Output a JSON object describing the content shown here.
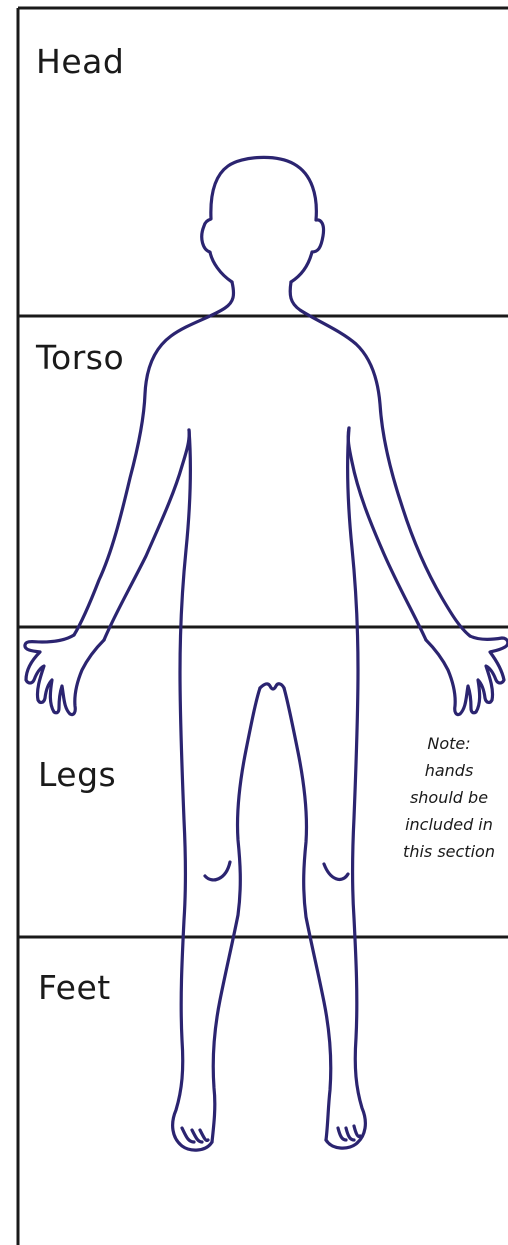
{
  "sections": [
    {
      "id": "head",
      "label": "Head"
    },
    {
      "id": "torso",
      "label": "Torso"
    },
    {
      "id": "legs",
      "label": "Legs"
    },
    {
      "id": "feet",
      "label": "Feet"
    }
  ],
  "note": {
    "lines": [
      "Note:",
      "hands",
      "should be",
      "included in",
      "this section"
    ]
  },
  "colors": {
    "outline": "#2b2470",
    "grid": "#1a1a1a",
    "background": "#ffffff"
  }
}
